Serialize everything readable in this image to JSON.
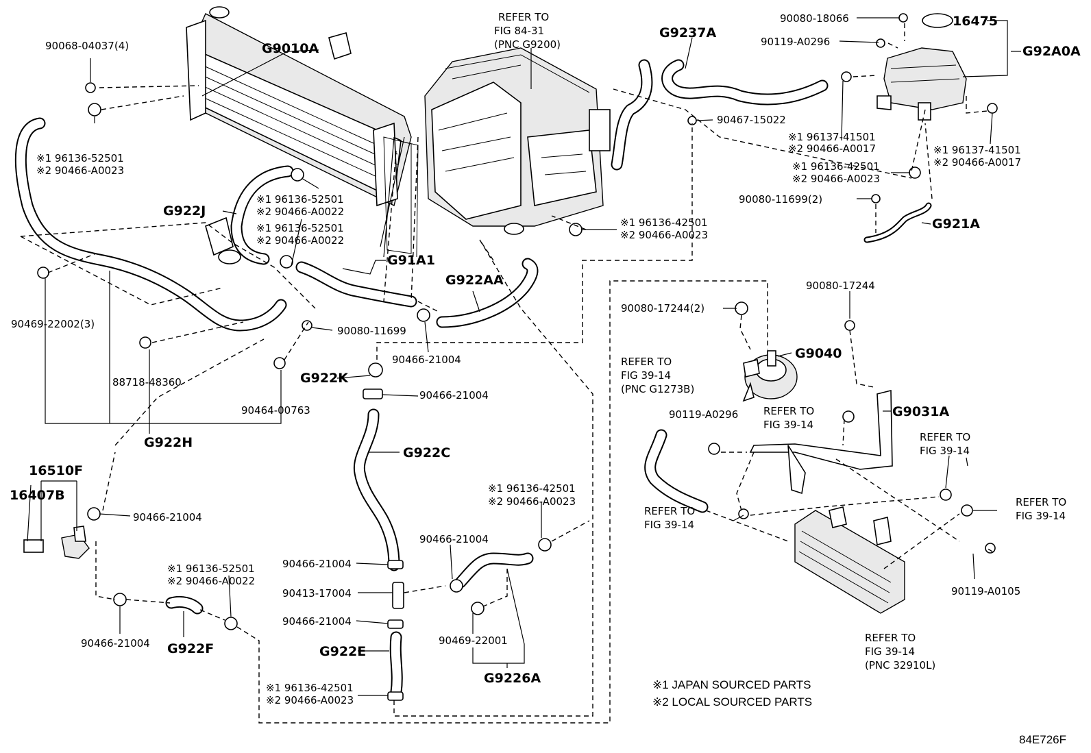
{
  "diagram": {
    "labels": {
      "g9010a": "G9010A",
      "refer_84": "REFER TO",
      "refer_84_fig": "FIG 84-31",
      "refer_84_pnc": "(PNC G9200)",
      "g9237a": "G9237A",
      "p90080_18066": "90080-18066",
      "p16475": "16475",
      "p90119_a0296_top": "90119-A0296",
      "g92a0a": "G92A0A",
      "p90068_04037": "90068-04037(4)",
      "p90467_15022": "90467-15022",
      "n1_96137_41501_a": "※1 96137-41501",
      "n2_90466_a0017_a": "※2 90466-A0017",
      "n1_96137_41501_b": "※1 96137-41501",
      "n2_90466_a0017_b": "※2 90466-A0017",
      "n1_96136_52501_a": "※1 96136-52501",
      "n2_90466_a0023_a": "※2 90466-A0023",
      "n1_96136_42501_a": "※1 96136-42501",
      "n2_90466_a0023_b": "※2 90466-A0023",
      "p90080_11699_2": "90080-11699(2)",
      "g922j": "G922J",
      "n1_96136_52501_b": "※1 96136-52501",
      "n2_90466_a0022_a": "※2 90466-A0022",
      "n1_96136_52501_c": "※1 96136-52501",
      "n2_90466_a0022_b": "※2 90466-A0022",
      "g921a": "G921A",
      "n1_96136_42501_b": "※1 96136-42501",
      "n2_90466_a0023_c": "※2 90466-A0023",
      "g91a1": "G91A1",
      "g922aa": "G922AA",
      "p90080_17244": "90080-17244",
      "p90080_17244_2": "90080-17244(2)",
      "p90469_22002_3": "90469-22002(3)",
      "p90080_11699": "90080-11699",
      "p90466_21004_a": "90466-21004",
      "g9040": "G9040",
      "refer_39_a": "REFER TO",
      "refer_39_a_fig": "FIG 39-14",
      "refer_39_a_pnc": "(PNC G1273B)",
      "g922k": "G922K",
      "p90466_21004_b": "90466-21004",
      "p88718_48360": "88718-48360",
      "p90464_00763": "90464-00763",
      "p90119_a0296_mid": "90119-A0296",
      "refer_39_b": "REFER TO",
      "refer_39_b_fig": "FIG 39-14",
      "g9031a": "G9031A",
      "refer_39_c": "REFER TO",
      "refer_39_c_fig": "FIG 39-14",
      "g922h": "G922H",
      "g922c": "G922C",
      "p16510f": "16510F",
      "p16407b": "16407B",
      "p90466_21004_c": "90466-21004",
      "n1_96136_42501_c": "※1 96136-42501",
      "n2_90466_a0023_d": "※2 90466-A0023",
      "refer_39_d": "REFER TO",
      "refer_39_d_fig": "FIG 39-14",
      "refer_39_e": "REFER TO",
      "refer_39_e_fig": "FIG 39-14",
      "p90466_21004_d": "90466-21004",
      "p90466_21004_e": "90466-21004",
      "p90413_17004": "90413-17004",
      "n1_96136_52501_d": "※1 96136-52501",
      "n2_90466_a0022_c": "※2 90466-A0022",
      "p90466_21004_f": "90466-21004",
      "p90119_a0105": "90119-A0105",
      "p90466_21004_g": "90466-21004",
      "p90469_22001": "90469-22001",
      "g922f": "G922F",
      "g922e": "G922E",
      "refer_39_f": "REFER TO",
      "refer_39_f_fig": "FIG 39-14",
      "refer_39_f_pnc": "(PNC 32910L)",
      "g9226a": "G9226A",
      "n1_96136_42501_d": "※1 96136-42501",
      "n2_90466_a0023_e": "※2 90466-A0023",
      "legend_1": "※1 JAPAN SOURCED PARTS",
      "legend_2": "※2 LOCAL SOURCED PARTS",
      "figure_id": "84E726F"
    }
  }
}
